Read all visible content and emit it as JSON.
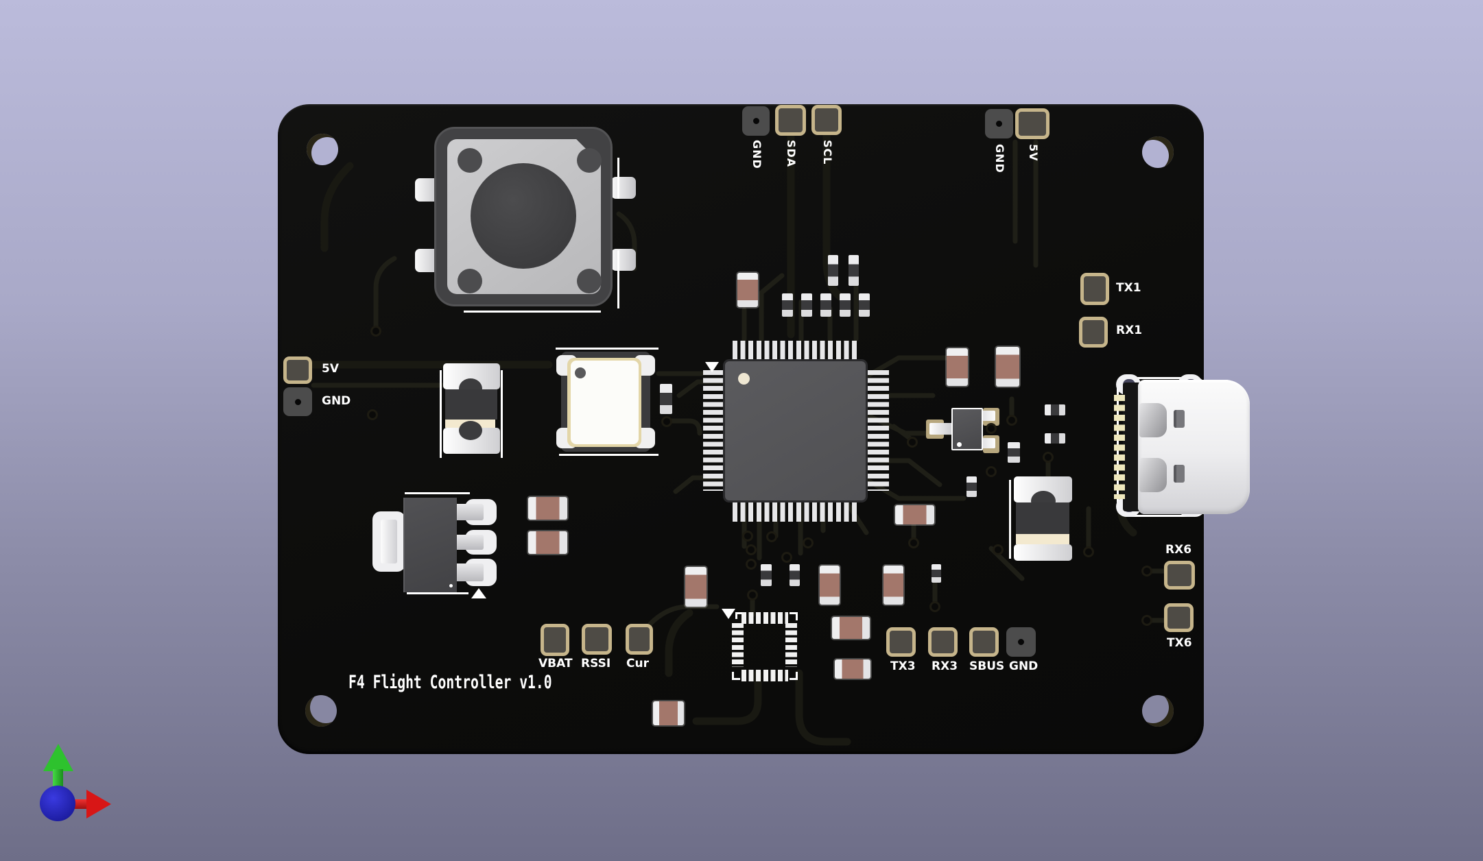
{
  "board": {
    "title": "F4 Flight Controller v1.0",
    "pads": {
      "top": [
        {
          "label": "GND"
        },
        {
          "label": "SDA"
        },
        {
          "label": "SCL"
        }
      ],
      "top_right": [
        {
          "label": "GND"
        },
        {
          "label": "5V"
        }
      ],
      "left": [
        {
          "label": "5V"
        },
        {
          "label": "GND"
        }
      ],
      "right": [
        {
          "label": "TX1"
        },
        {
          "label": "RX1"
        }
      ],
      "right_bottom": [
        {
          "label": "RX6"
        },
        {
          "label": "TX6"
        }
      ],
      "bottom_left": [
        {
          "label": "VBAT"
        },
        {
          "label": "RSSI"
        },
        {
          "label": "Cur"
        }
      ],
      "bottom_right": [
        {
          "label": "TX3"
        },
        {
          "label": "RX3"
        },
        {
          "label": "SBUS"
        },
        {
          "label": "GND"
        }
      ]
    },
    "colors": {
      "substrate": "#0d0d0c",
      "silkscreen": "#ffffff",
      "pad_ring": "#c6b58b",
      "pad_center": "#4e4b45",
      "gnd_pad": "#4c4c4c"
    }
  },
  "axis_indicator": {
    "x_axis_color": "#d81616",
    "y_axis_color": "#2ec22e",
    "origin_color": "#2020cc"
  }
}
